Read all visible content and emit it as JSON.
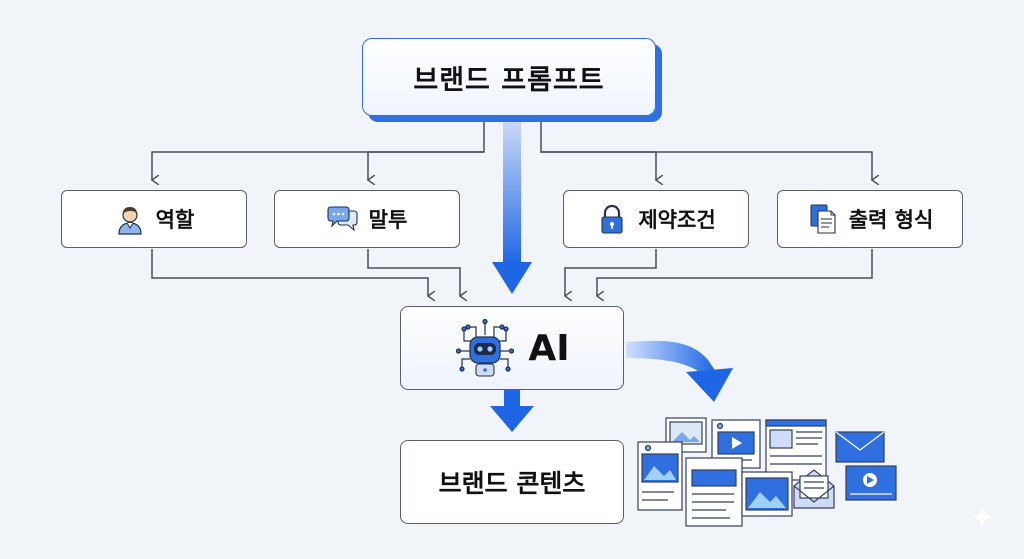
{
  "top_box": {
    "label": "브랜드 프롬프트"
  },
  "inputs": [
    {
      "label": "역할",
      "icon": "person-icon"
    },
    {
      "label": "말투",
      "icon": "speech-bubble-icon"
    },
    {
      "label": "제약조건",
      "icon": "lock-icon"
    },
    {
      "label": "출력 형식",
      "icon": "document-icon"
    }
  ],
  "ai_box": {
    "label": "AI",
    "icon": "robot-icon"
  },
  "output_box": {
    "label": "브랜드 콘텐츠"
  },
  "collage": {
    "icon": "content-collage-icon"
  },
  "colors": {
    "accent": "#2f6fe0",
    "line": "#4a4f59",
    "background": "#f1f4f9"
  }
}
